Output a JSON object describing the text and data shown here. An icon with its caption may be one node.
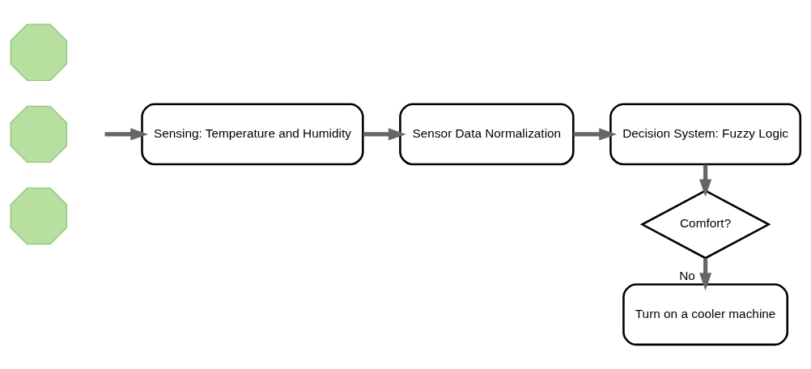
{
  "diagram": {
    "nodes": [
      {
        "text": [],
        "shape": "octagon"
      },
      {
        "text": [],
        "shape": "octagon"
      },
      {
        "text": [],
        "shape": "octagon"
      },
      {
        "text": [
          "Sensing: Temperature and Humidity"
        ]
      },
      {
        "text": [
          "Sensor Data Normalization"
        ]
      },
      {
        "text": [
          "Decision System: Fuzzy Logic"
        ]
      },
      {
        "text": [
          "Comfort?"
        ]
      },
      {
        "text": [
          "Turn on a cooler machine"
        ]
      }
    ],
    "edges": [
      {
        "from": null,
        "to": 3,
        "arrow": "to"
      },
      {
        "from": 3,
        "to": 4,
        "arrow": "to"
      },
      {
        "from": 4,
        "to": 5,
        "arrow": "to"
      },
      {
        "from": 5,
        "to": 6,
        "arrow": "to"
      },
      {
        "from": 6,
        "to": 7,
        "arrow": "to",
        "label": "No"
      }
    ]
  }
}
